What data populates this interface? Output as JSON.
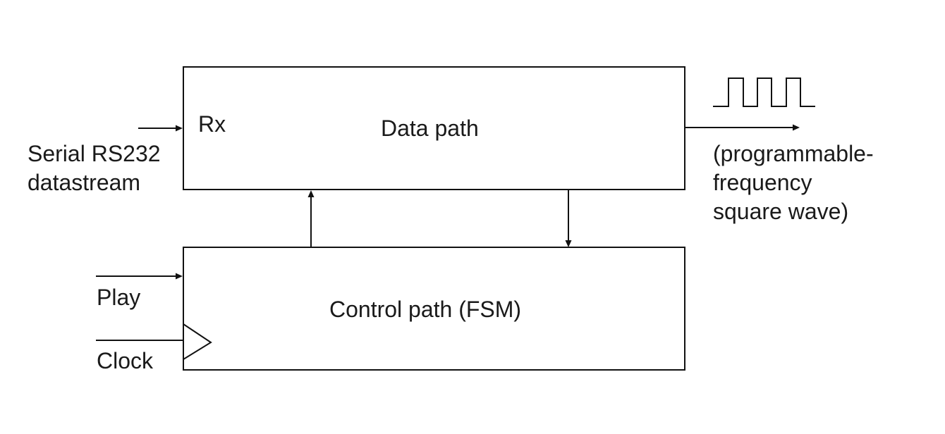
{
  "data_path": {
    "title": "Data path",
    "rx_label": "Rx"
  },
  "control_path": {
    "title": "Control path (FSM)"
  },
  "inputs": {
    "serial_line1": "Serial RS232",
    "serial_line2": "datastream",
    "play": "Play",
    "clock": "Clock"
  },
  "output": {
    "line1": "(programmable-",
    "line2": "frequency",
    "line3": "square wave)"
  }
}
